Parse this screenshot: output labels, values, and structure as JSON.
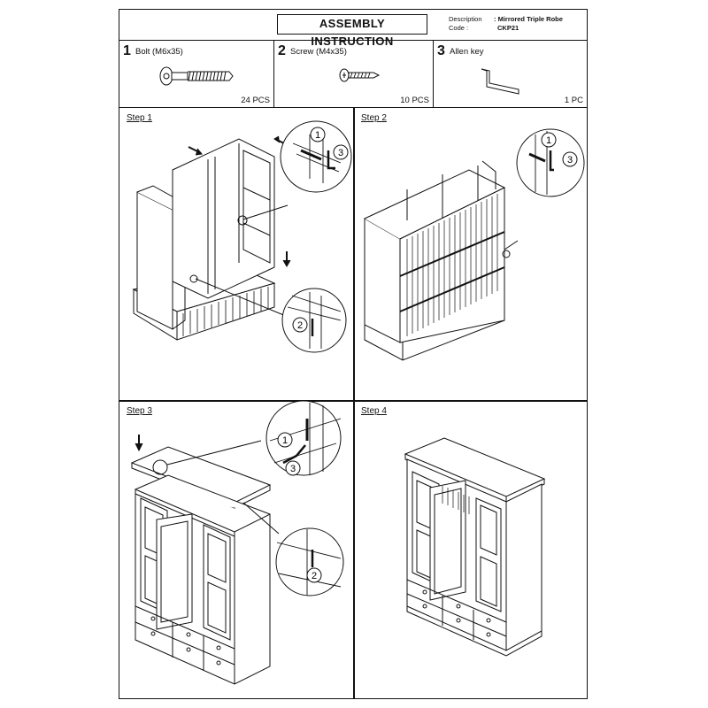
{
  "header": {
    "title": "ASSEMBLY  INSTRUCTION",
    "description_label": "Description",
    "description_value": ": Mirrored Triple Robe",
    "code_label": "Code :",
    "code_value": "CKP21"
  },
  "parts": [
    {
      "number": "1",
      "name": "Bolt  (M6x35)",
      "qty": "24 PCS",
      "icon": "bolt-icon"
    },
    {
      "number": "2",
      "name": "Screw (M4x35)",
      "qty": "10 PCS",
      "icon": "screw-icon"
    },
    {
      "number": "3",
      "name": "Allen key",
      "qty": "1 PC",
      "icon": "allen-key-icon"
    }
  ],
  "steps": [
    {
      "label": "Step 1",
      "callouts": [
        "1",
        "3",
        "2"
      ]
    },
    {
      "label": "Step 2",
      "callouts": [
        "1",
        "3"
      ]
    },
    {
      "label": "Step 3",
      "callouts": [
        "1",
        "3",
        "2"
      ]
    },
    {
      "label": "Step 4",
      "callouts": []
    }
  ]
}
